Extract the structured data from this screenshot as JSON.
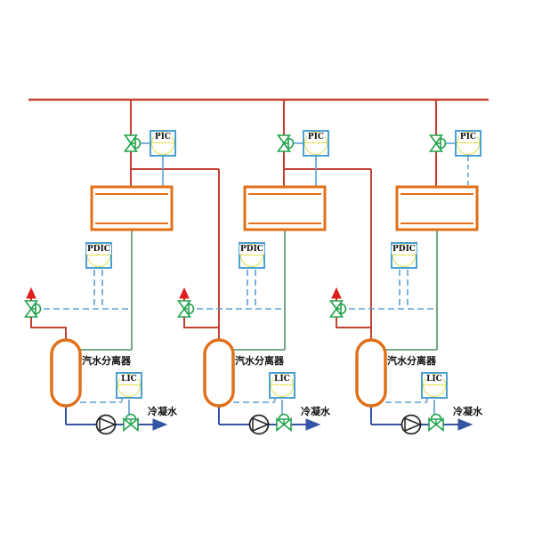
{
  "diagram": {
    "type": "piping-and-instrumentation-diagram",
    "units": [
      {
        "pic": "PIC",
        "pdic": "PDIC",
        "lic": "LIC",
        "separator_label": "汽水分离器",
        "condensate_label": "冷凝水"
      },
      {
        "pic": "PIC",
        "pdic": "PDIC",
        "lic": "LIC",
        "separator_label": "汽水分离器",
        "condensate_label": "冷凝水"
      },
      {
        "pic": "PIC",
        "pdic": "PDIC",
        "lic": "LIC",
        "separator_label": "汽水分离器",
        "condensate_label": "冷凝水"
      }
    ],
    "symbols": {
      "control_valve": "bowtie-valve-with-semicircle-actuator",
      "pump": "circle-with-right-triangle",
      "vent_arrow": "solid-up-arrow",
      "flow_arrow": "solid-right-arrow",
      "instrument": "square-with-inscribed-circle-and-chord"
    },
    "colors": {
      "pipe_red": "#c44033",
      "bright_red": "#dd1f1f",
      "pipe_green": "#4e9264",
      "valve_green": "#1fa24a",
      "signal_blue": "#5b9fd4",
      "condensate_blue": "#3455a4",
      "equipment_orange": "#e0701a",
      "instrument_border": "#4a9fd4",
      "instrument_yellow": "#e2e24a",
      "pump_black": "#222222",
      "text_black": "#111111",
      "background": "#ffffff"
    }
  }
}
